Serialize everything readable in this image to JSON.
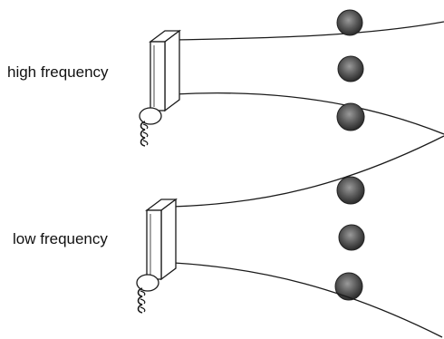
{
  "panels": [
    {
      "label": "high frequency",
      "dots": 3
    },
    {
      "label": "low frequency",
      "dots": 3
    }
  ],
  "colors": {
    "ink": "#1a1a1a",
    "dot_fill": "#4a4a4a",
    "dot_edge": "#222222"
  }
}
